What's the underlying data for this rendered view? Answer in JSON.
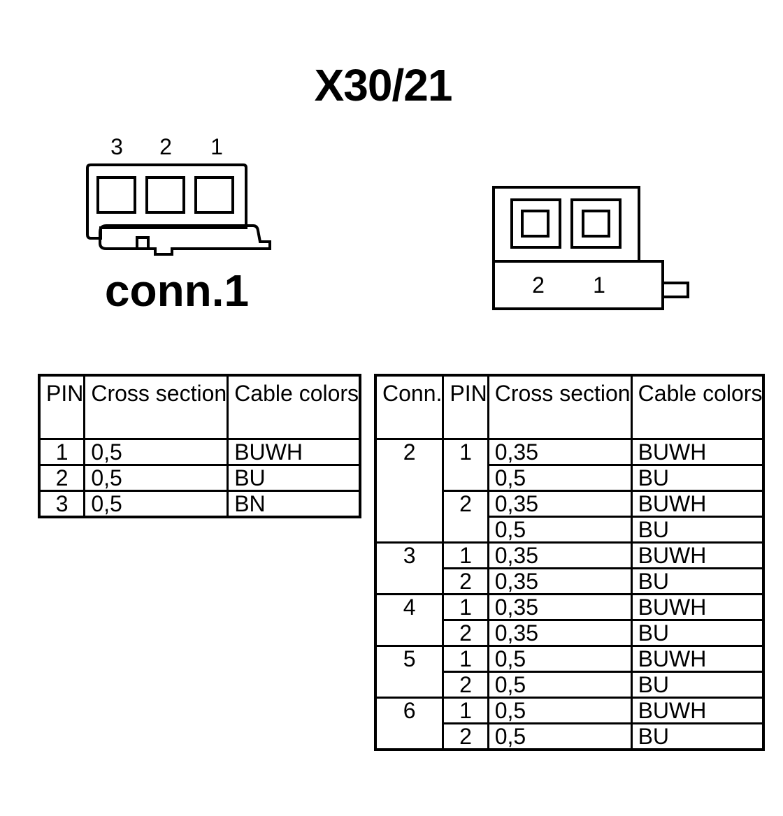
{
  "title": "X30/21",
  "connector_left": {
    "label": "conn.1",
    "pin_numbers": [
      "3",
      "2",
      "1"
    ]
  },
  "connector_right": {
    "pin_numbers": [
      "2",
      "1"
    ]
  },
  "table_left": {
    "headers": [
      "PIN",
      "Cross section",
      "Cable colors"
    ],
    "rows": [
      {
        "pin": "1",
        "cross": "0,5",
        "color": "BUWH"
      },
      {
        "pin": "2",
        "cross": "0,5",
        "color": "BU"
      },
      {
        "pin": "3",
        "cross": "0,5",
        "color": "BN"
      }
    ]
  },
  "table_right": {
    "headers": [
      "Conn.",
      "PIN",
      "Cross section",
      "Cable colors"
    ],
    "groups": [
      {
        "conn": "2",
        "pins": [
          {
            "pin": "1",
            "wires": [
              {
                "cross": "0,35",
                "color": "BUWH"
              },
              {
                "cross": "0,5",
                "color": "BU"
              }
            ]
          },
          {
            "pin": "2",
            "wires": [
              {
                "cross": "0,35",
                "color": "BUWH"
              },
              {
                "cross": "0,5",
                "color": "BU"
              }
            ]
          }
        ]
      },
      {
        "conn": "3",
        "pins": [
          {
            "pin": "1",
            "wires": [
              {
                "cross": "0,35",
                "color": "BUWH"
              }
            ]
          },
          {
            "pin": "2",
            "wires": [
              {
                "cross": "0,35",
                "color": "BU"
              }
            ]
          }
        ]
      },
      {
        "conn": "4",
        "pins": [
          {
            "pin": "1",
            "wires": [
              {
                "cross": "0,35",
                "color": "BUWH"
              }
            ]
          },
          {
            "pin": "2",
            "wires": [
              {
                "cross": "0,35",
                "color": "BU"
              }
            ]
          }
        ]
      },
      {
        "conn": "5",
        "pins": [
          {
            "pin": "1",
            "wires": [
              {
                "cross": "0,5",
                "color": "BUWH"
              }
            ]
          },
          {
            "pin": "2",
            "wires": [
              {
                "cross": "0,5",
                "color": "BU"
              }
            ]
          }
        ]
      },
      {
        "conn": "6",
        "pins": [
          {
            "pin": "1",
            "wires": [
              {
                "cross": "0,5",
                "color": "BUWH"
              }
            ]
          },
          {
            "pin": "2",
            "wires": [
              {
                "cross": "0,5",
                "color": "BU"
              }
            ]
          }
        ]
      }
    ]
  }
}
